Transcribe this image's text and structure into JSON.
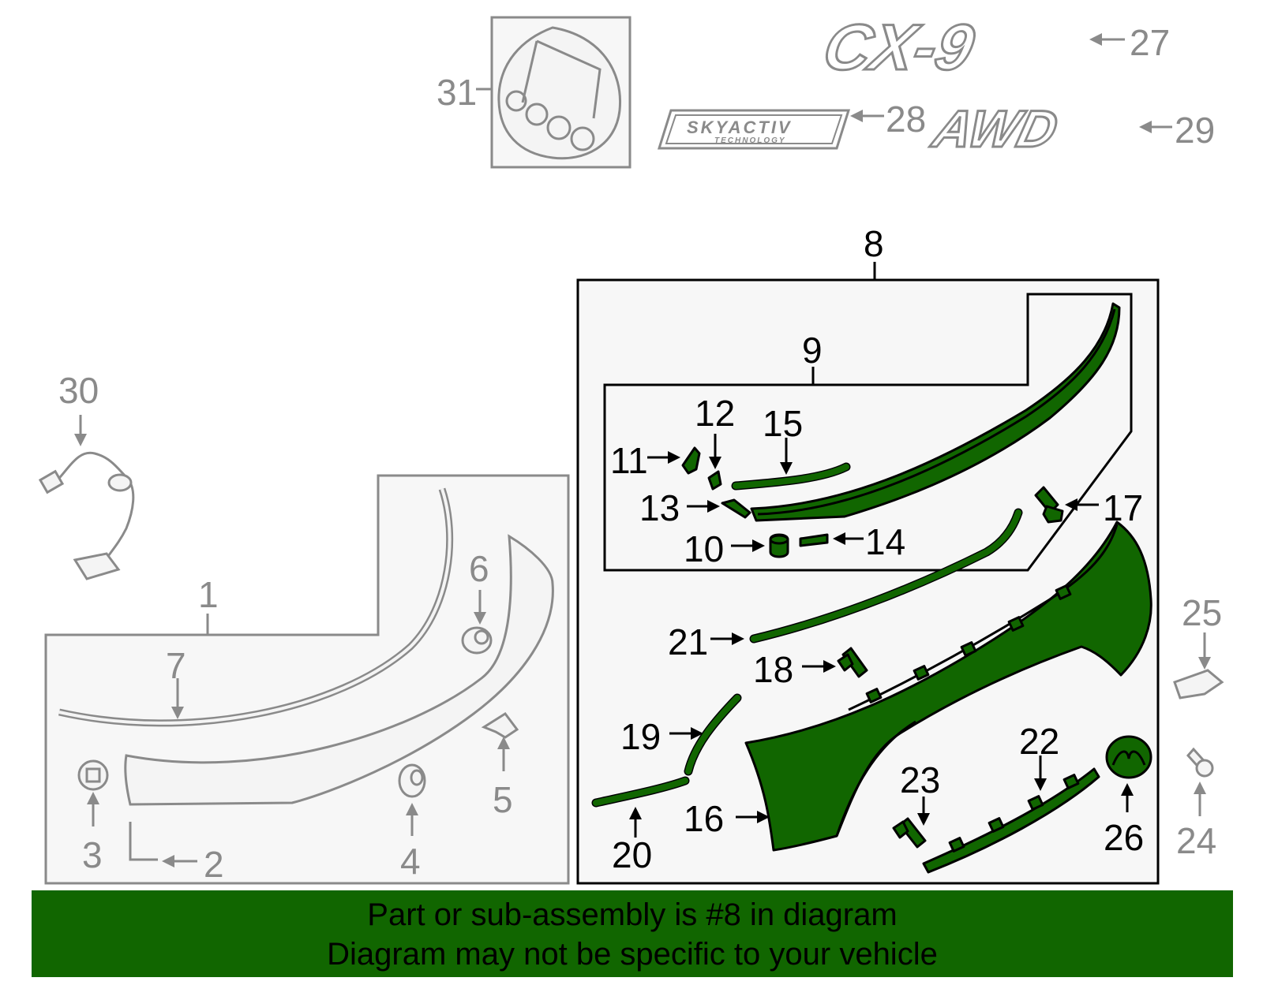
{
  "badges": {
    "cx9": "CX-9",
    "skyactiv": "SKYACTIV",
    "technology": "TECHNOLOGY",
    "awd": "AWD"
  },
  "callouts": {
    "c1": "1",
    "c2": "2",
    "c3": "3",
    "c4": "4",
    "c5": "5",
    "c6": "6",
    "c7": "7",
    "c8": "8",
    "c9": "9",
    "c10": "10",
    "c11": "11",
    "c12": "12",
    "c13": "13",
    "c14": "14",
    "c15": "15",
    "c16": "16",
    "c17": "17",
    "c18": "18",
    "c19": "19",
    "c20": "20",
    "c21": "21",
    "c22": "22",
    "c23": "23",
    "c24": "24",
    "c25": "25",
    "c26": "26",
    "c27": "27",
    "c28": "28",
    "c29": "29",
    "c30": "30",
    "c31": "31"
  },
  "banner": {
    "line1": "Part or sub-assembly is #8 in diagram",
    "line2": "Diagram may not be specific to your vehicle"
  },
  "colors": {
    "highlight": "#116600",
    "inactive": "#8a8a8a",
    "active_outline": "#000000"
  }
}
